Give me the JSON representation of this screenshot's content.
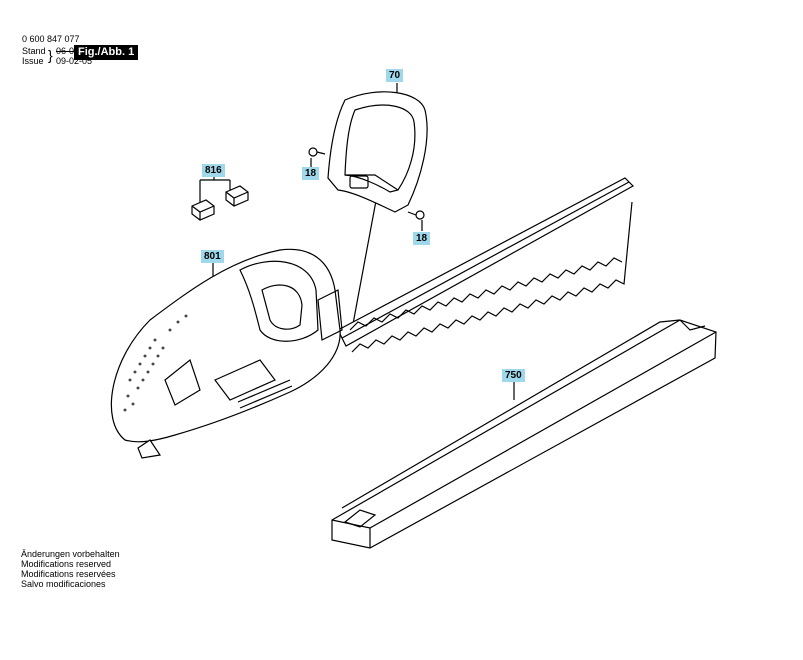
{
  "header": {
    "part_number": "0 600 847 077",
    "stand_label": "Stand",
    "issue_label": "Issue",
    "stand_date": "06-04",
    "issue_date": "09-02-05",
    "figure": "Fig./Abb. 1"
  },
  "callouts": {
    "c70": "70",
    "c816": "816",
    "c18a": "18",
    "c18b": "18",
    "c801": "801",
    "c750": "750"
  },
  "notes": [
    "Änderungen vorbehalten",
    "Modifications reserved",
    "Modifications reservées",
    "Salvo modificaciones"
  ],
  "colors": {
    "callout_bg": "#9fd8ea",
    "ink": "#000000"
  }
}
